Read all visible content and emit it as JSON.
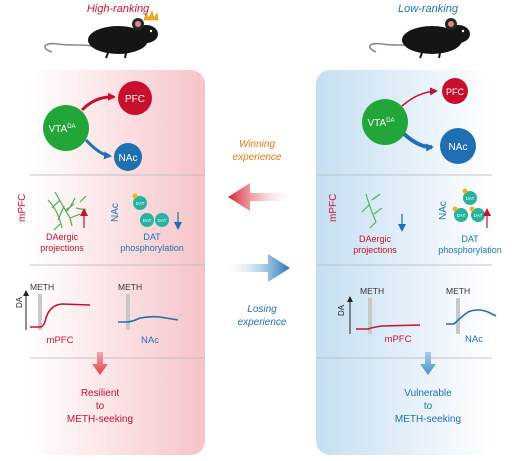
{
  "colors": {
    "red": "#c8102e",
    "blue": "#1f6fb2",
    "green": "#22a63a",
    "teal": "#27b2a2",
    "orange": "#e07a1f",
    "panel_left": "#f7c9cc",
    "panel_right": "#c9e0f2"
  },
  "left": {
    "title": "High-ranking",
    "vta": "VTA",
    "vta_sup": "DA",
    "pfc": "PFC",
    "nac": "NAc",
    "mpfc_vertical": "mPFC",
    "dopa_line1": "DAergic",
    "dopa_line2": "projections",
    "nac_vertical": "NAc",
    "dat": "DAT",
    "dat_line1": "DAT",
    "dat_line2": "phosphorylation",
    "meth1": "METH",
    "meth2": "METH",
    "da_axis": "DA",
    "trace1_label": "mPFC",
    "trace2_label": "NAc",
    "outcome_line1": "Resilient",
    "outcome_line2": "to",
    "outcome_line3": "METH-seeking"
  },
  "right": {
    "title": "Low-ranking",
    "vta": "VTA",
    "vta_sup": "DA",
    "pfc": "PFC",
    "nac": "NAc",
    "mpfc_vertical": "mPFC",
    "dopa_line1": "DAergic",
    "dopa_line2": "projections",
    "nac_vertical": "NAc",
    "dat": "DAT",
    "dat_line1": "DAT",
    "dat_line2": "phosphorylation",
    "meth1": "METH",
    "meth2": "METH",
    "da_axis": "DA",
    "trace1_label": "mPFC",
    "trace2_label": "NAc",
    "outcome_line1": "Vulnerable",
    "outcome_line2": "to",
    "outcome_line3": "METH-seeking"
  },
  "middle": {
    "winning_line1": "Winning",
    "winning_line2": "experience",
    "losing_line1": "Losing",
    "losing_line2": "experience"
  }
}
